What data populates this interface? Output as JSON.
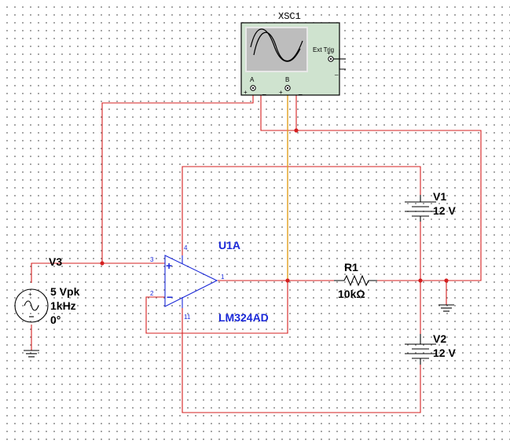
{
  "oscilloscope": {
    "name": "XSC1",
    "channel_a": "A",
    "channel_b": "B",
    "ext_trig": "Ext Trig",
    "plus": "+",
    "minus": "_"
  },
  "opamp": {
    "ref": "U1A",
    "model": "LM324AD",
    "pin_plus_in": "3",
    "pin_minus_in": "2",
    "pin_out": "1",
    "pin_vcc": "4",
    "pin_vee": "11",
    "plus_symbol": "+",
    "minus_symbol": "−"
  },
  "source": {
    "ref": "V3",
    "amplitude": "5 Vpk",
    "frequency": "1kHz",
    "phase": "0°"
  },
  "battery1": {
    "ref": "V1",
    "voltage": "12 V"
  },
  "battery2": {
    "ref": "V2",
    "voltage": "12 V"
  },
  "resistor": {
    "ref": "R1",
    "value": "10kΩ"
  },
  "colors": {
    "wire": "#d42020",
    "probe_wire": "#e2a020",
    "component": "#000000",
    "opamp": "#1a28d8",
    "scope_body": "#cfe3cf",
    "scope_screen": "#bdbdbd"
  }
}
